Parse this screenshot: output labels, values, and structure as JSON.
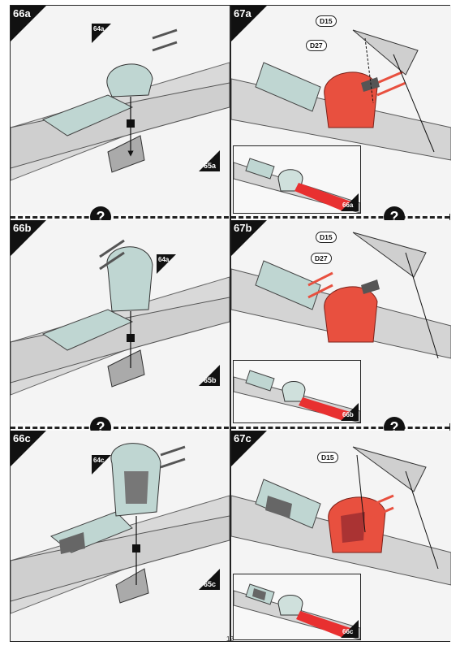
{
  "steps": [
    {
      "id": "66a",
      "label": "66a",
      "part_tag": "64a",
      "ref_tag": "65a"
    },
    {
      "id": "67a",
      "label": "67a",
      "callouts": [
        "D15",
        "D27"
      ],
      "inset_tag": "66a"
    },
    {
      "id": "66b",
      "label": "66b",
      "part_tag": "64a",
      "ref_tag": "65b"
    },
    {
      "id": "67b",
      "label": "67b",
      "callouts": [
        "D15",
        "D27"
      ],
      "inset_tag": "66b"
    },
    {
      "id": "66c",
      "label": "66c",
      "part_tag": "64c",
      "ref_tag": "65c"
    },
    {
      "id": "67c",
      "label": "67c",
      "callouts": [
        "D15"
      ],
      "inset_tag": "66c"
    }
  ],
  "option_marker": "?",
  "page_number": "12",
  "colors": {
    "highlight_red": "#e8503f",
    "canopy_green": "#bfd6d2",
    "fuselage_gray": "#cfcfcf",
    "ink": "#111111"
  }
}
